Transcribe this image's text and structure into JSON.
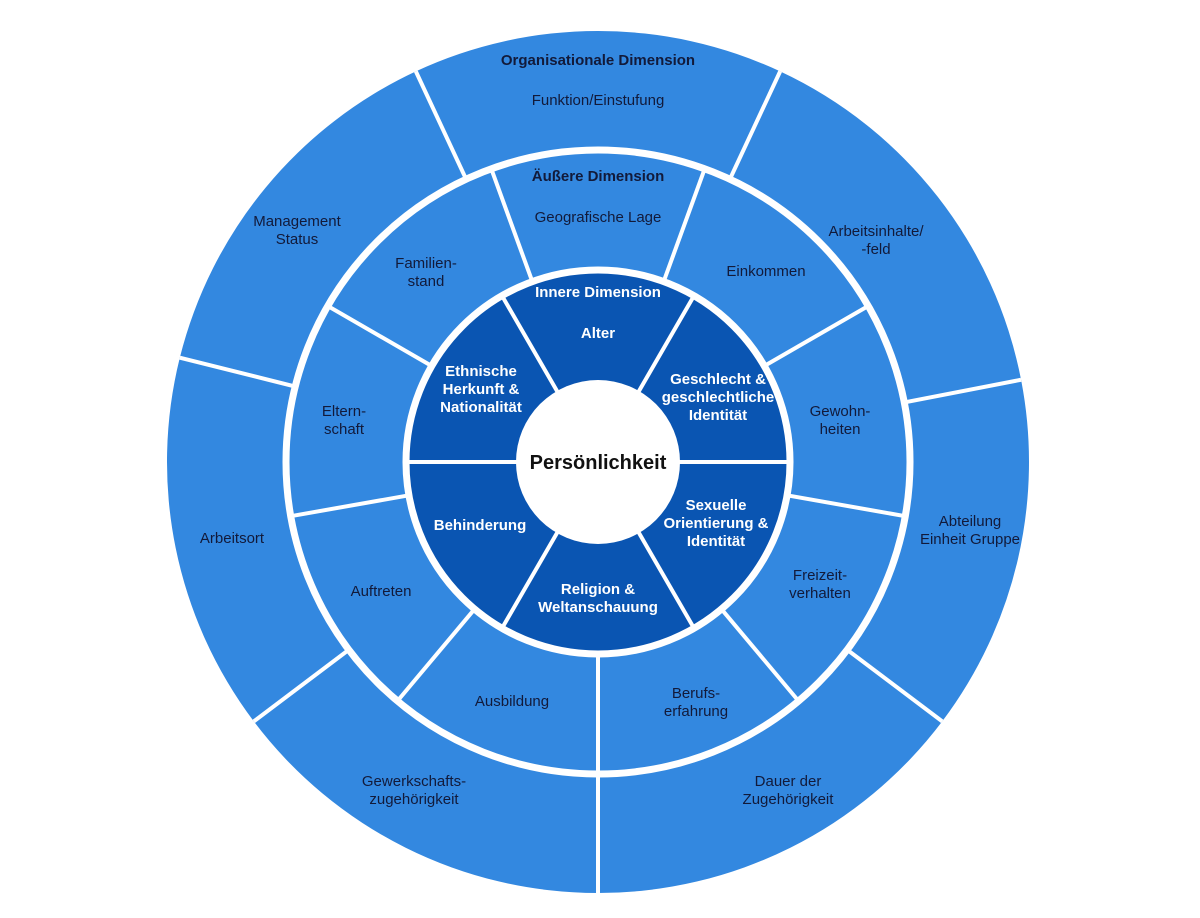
{
  "diagram": {
    "title": "Diversity-Dimensionen",
    "center": {
      "label": "Persönlichkeit"
    },
    "colors": {
      "outer_ring": "#3388e0",
      "middle_ring": "#3388e0",
      "inner_ring": "#0a55b2",
      "center": "#ffffff",
      "dividers": "#ffffff",
      "dark_text": "#121a3a",
      "light_text": "#ffffff"
    },
    "rings": {
      "inner": {
        "title": "Innere Dimension",
        "segments": [
          {
            "id": "alter",
            "lines": [
              "Alter"
            ],
            "start_deg": 330,
            "end_deg": 30
          },
          {
            "id": "geschlecht",
            "lines": [
              "Geschlecht &",
              "geschlechtliche",
              "Identität"
            ],
            "start_deg": 30,
            "end_deg": 90
          },
          {
            "id": "sexuelle-orientierung",
            "lines": [
              "Sexuelle",
              "Orientierung &",
              "Identität"
            ],
            "start_deg": 90,
            "end_deg": 150
          },
          {
            "id": "religion",
            "lines": [
              "Religion &",
              "Weltanschauung"
            ],
            "start_deg": 150,
            "end_deg": 210
          },
          {
            "id": "behinderung",
            "lines": [
              "Behinderung"
            ],
            "start_deg": 210,
            "end_deg": 270
          },
          {
            "id": "ethnische-herkunft",
            "lines": [
              "Ethnische",
              "Herkunft &",
              "Nationalität"
            ],
            "start_deg": 270,
            "end_deg": 330
          }
        ]
      },
      "middle": {
        "title": "Äußere Dimension",
        "segments": [
          {
            "id": "geografische-lage",
            "lines": [
              "Geografische Lage"
            ],
            "start_deg": 340,
            "end_deg": 20
          },
          {
            "id": "einkommen",
            "lines": [
              "Einkommen"
            ],
            "start_deg": 20,
            "end_deg": 60
          },
          {
            "id": "gewohnheiten",
            "lines": [
              "Gewohn-",
              "heiten"
            ],
            "start_deg": 60,
            "end_deg": 100
          },
          {
            "id": "freizeitverhalten",
            "lines": [
              "Freizeit-",
              "verhalten"
            ],
            "start_deg": 100,
            "end_deg": 140
          },
          {
            "id": "berufserfahrung",
            "lines": [
              "Berufs-",
              "erfahrung"
            ],
            "start_deg": 140,
            "end_deg": 180
          },
          {
            "id": "ausbildung",
            "lines": [
              "Ausbildung"
            ],
            "start_deg": 180,
            "end_deg": 220
          },
          {
            "id": "auftreten",
            "lines": [
              "Auftreten"
            ],
            "start_deg": 220,
            "end_deg": 260
          },
          {
            "id": "elternschaft",
            "lines": [
              "Eltern-",
              "schaft"
            ],
            "start_deg": 260,
            "end_deg": 300
          },
          {
            "id": "familienstand",
            "lines": [
              "Familien-",
              "stand"
            ],
            "start_deg": 300,
            "end_deg": 340
          }
        ]
      },
      "outer": {
        "title": "Organisationale Dimension",
        "segments": [
          {
            "id": "funktion-einstufung",
            "lines": [
              "Funktion/Einstufung"
            ],
            "start_deg": 335,
            "end_deg": 25
          },
          {
            "id": "arbeitsinhalte-feld",
            "lines": [
              "Arbeitsinhalte/",
              "-feld"
            ],
            "start_deg": 25,
            "end_deg": 79
          },
          {
            "id": "abteilung-einheit-gruppe",
            "lines": [
              "Abteilung",
              "Einheit Gruppe"
            ],
            "start_deg": 79,
            "end_deg": 127
          },
          {
            "id": "dauer-der-zugehoerigkeit",
            "lines": [
              "Dauer der",
              "Zugehörigkeit"
            ],
            "start_deg": 127,
            "end_deg": 180
          },
          {
            "id": "gewerkschaftszugehoerigkeit",
            "lines": [
              "Gewerkschafts-",
              "zugehörigkeit"
            ],
            "start_deg": 180,
            "end_deg": 233
          },
          {
            "id": "arbeitsort",
            "lines": [
              "Arbeitsort"
            ],
            "start_deg": 233,
            "end_deg": 284
          },
          {
            "id": "management-status",
            "lines": [
              "Management",
              "Status"
            ],
            "start_deg": 284,
            "end_deg": 335
          }
        ]
      }
    }
  }
}
